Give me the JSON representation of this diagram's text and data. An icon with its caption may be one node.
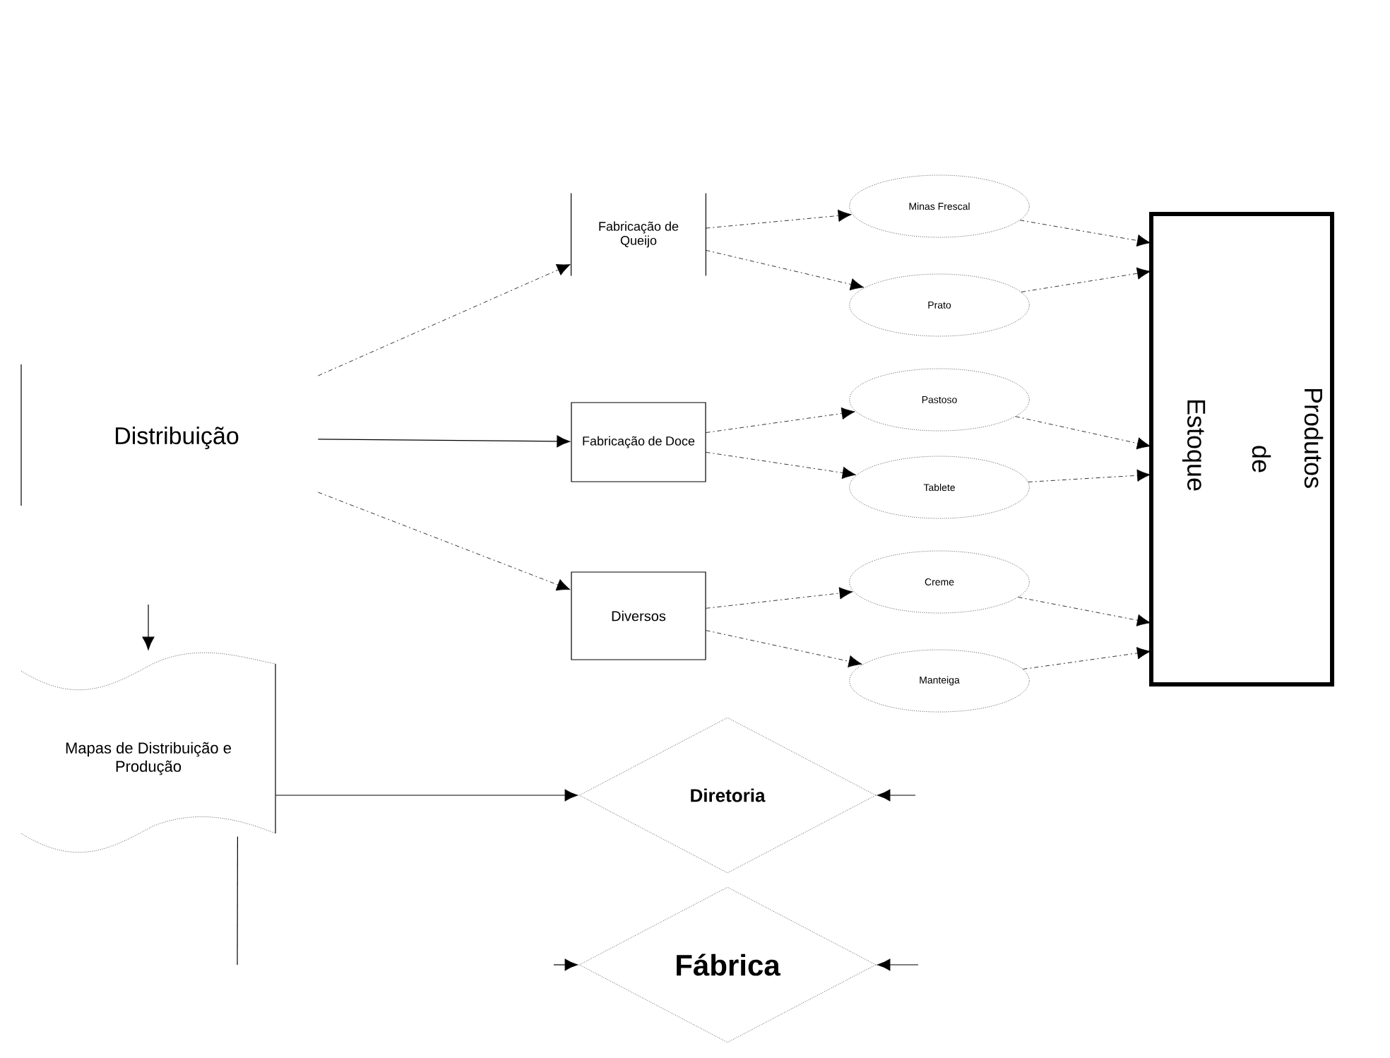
{
  "diagram": {
    "nodes": [
      {
        "text": [
          "Distribuição"
        ]
      },
      {
        "text": [
          "Fabricação de Queijo"
        ]
      },
      {
        "text": [
          "Fabricação de Doce"
        ]
      },
      {
        "text": [
          "Diversos"
        ]
      },
      {
        "text": [
          "Minas Frescal"
        ]
      },
      {
        "text": [
          "Prato"
        ]
      },
      {
        "text": [
          "Pastoso"
        ]
      },
      {
        "text": [
          "Tablete"
        ]
      },
      {
        "text": [
          "Creme"
        ]
      },
      {
        "text": [
          "Manteiga"
        ]
      },
      {
        "text": [
          "Estoque",
          "de",
          "Produtos"
        ]
      },
      {
        "text": [
          "Mapas de Distribuição e Produção"
        ]
      },
      {
        "text": [
          "Diretoria"
        ]
      },
      {
        "text": [
          "Fábrica"
        ]
      }
    ],
    "edges": [
      {
        "from": 0,
        "to": 1,
        "arrow": "to",
        "style": "dashed"
      },
      {
        "from": 0,
        "to": 2,
        "arrow": "to"
      },
      {
        "from": 0,
        "to": 3,
        "arrow": "to",
        "style": "dashed"
      },
      {
        "from": 1,
        "to": 4,
        "arrow": "to",
        "style": "dashed"
      },
      {
        "from": 1,
        "to": 5,
        "arrow": "to",
        "style": "dashed"
      },
      {
        "from": 2,
        "to": 6,
        "arrow": "to",
        "style": "dashed"
      },
      {
        "from": 2,
        "to": 7,
        "arrow": "to",
        "style": "dashed"
      },
      {
        "from": 3,
        "to": 8,
        "arrow": "to",
        "style": "dashed"
      },
      {
        "from": 3,
        "to": 9,
        "arrow": "to",
        "style": "dashed"
      },
      {
        "from": 4,
        "to": 10,
        "arrow": "to",
        "style": "dashed"
      },
      {
        "from": 5,
        "to": 10,
        "arrow": "to",
        "style": "dashed"
      },
      {
        "from": 6,
        "to": 10,
        "arrow": "to",
        "style": "dashed"
      },
      {
        "from": 7,
        "to": 10,
        "arrow": "to",
        "style": "dashed"
      },
      {
        "from": 8,
        "to": 10,
        "arrow": "to",
        "style": "dashed"
      },
      {
        "from": 9,
        "to": 10,
        "arrow": "to",
        "style": "dashed"
      },
      {
        "from": 11,
        "to": 12,
        "arrow": "to"
      },
      {
        "from": null,
        "to": 11,
        "arrow": "to"
      },
      {
        "from": 11,
        "to": null,
        "arrow": "none"
      },
      {
        "from": null,
        "to": 12,
        "arrow": "to"
      },
      {
        "from": null,
        "to": 13,
        "arrow": "to"
      },
      {
        "from": null,
        "to": 13,
        "arrow": "to"
      }
    ]
  }
}
